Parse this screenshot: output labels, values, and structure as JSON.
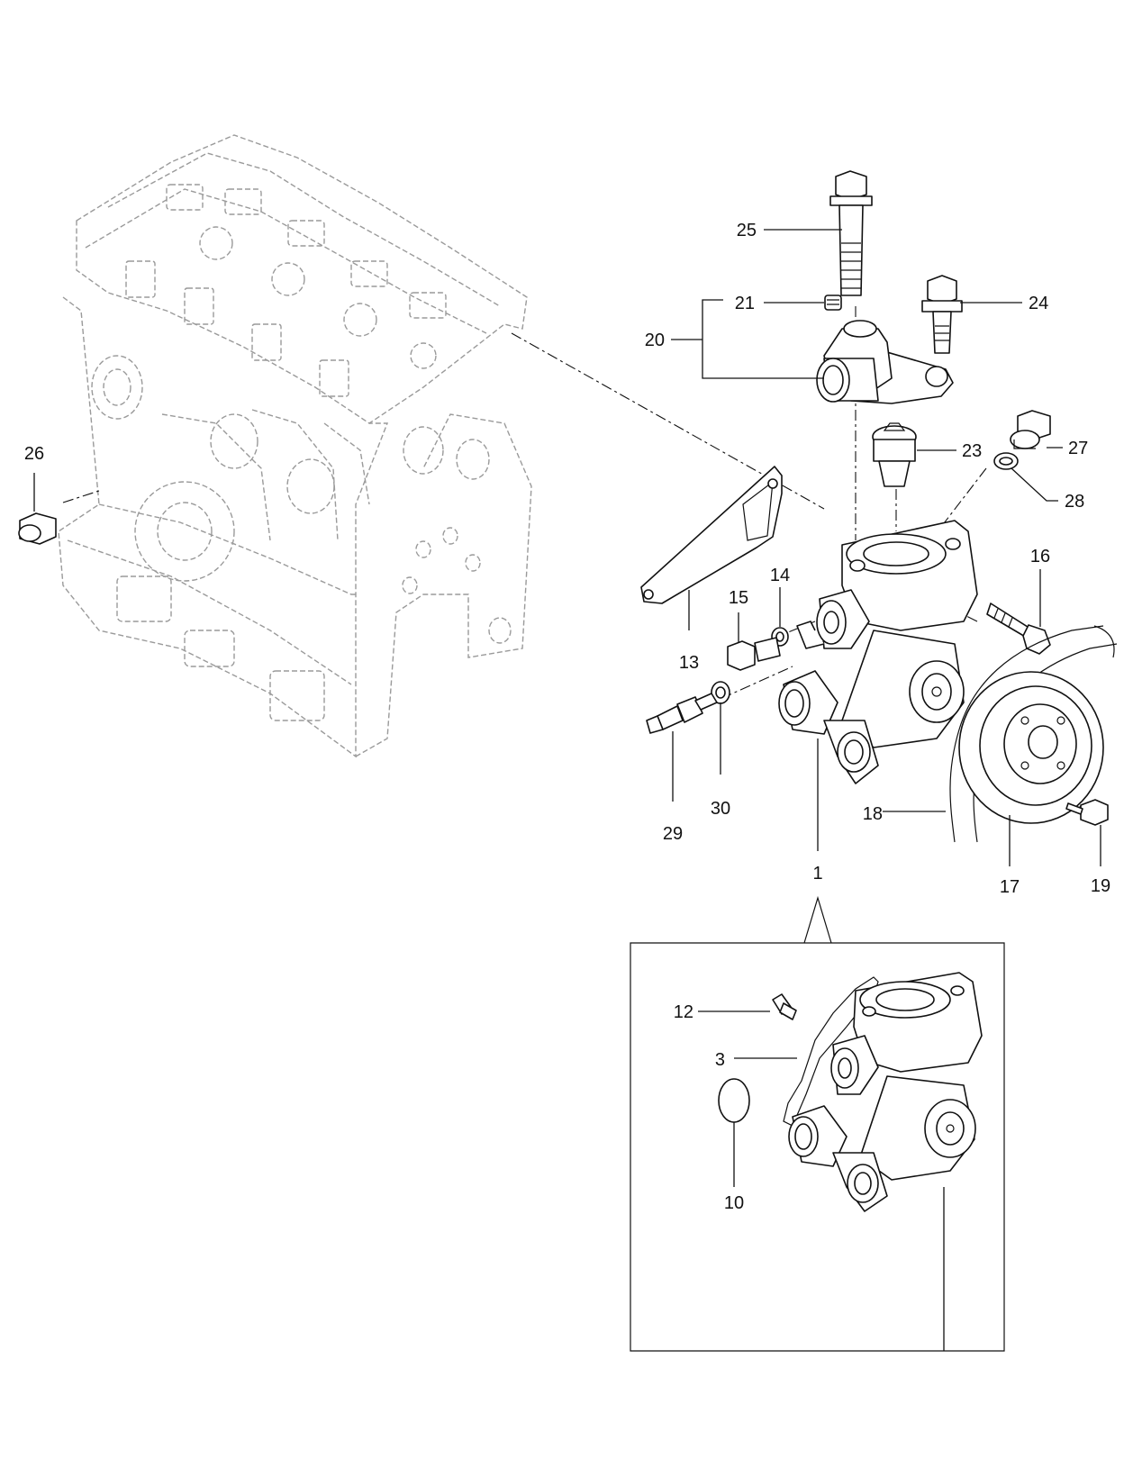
{
  "callouts": {
    "c1": "1",
    "c3": "3",
    "c10": "10",
    "c12": "12",
    "c13": "13",
    "c14": "14",
    "c15": "15",
    "c16": "16",
    "c17": "17",
    "c18": "18",
    "c19": "19",
    "c20": "20",
    "c21": "21",
    "c23": "23",
    "c24": "24",
    "c25": "25",
    "c26": "26",
    "c27": "27",
    "c28": "28",
    "c29": "29",
    "c30": "30"
  },
  "colors": {
    "line": "#111111",
    "ghost": "#9a9a9a",
    "background": "#ffffff"
  }
}
